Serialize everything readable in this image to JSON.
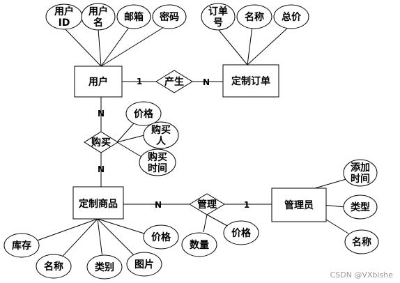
{
  "entities": {
    "user": "用户",
    "order": "定制订单",
    "product": "定制商品",
    "admin": "管理员"
  },
  "relationships": {
    "produce": "产生",
    "buy": "购买",
    "manage": "管理"
  },
  "attributes": {
    "user_id": [
      "用户",
      "ID"
    ],
    "user_name": [
      "用户",
      "名"
    ],
    "user_email": "邮箱",
    "user_password": "密码",
    "order_no": [
      "订单",
      "号"
    ],
    "order_name": "名称",
    "order_total": "总价",
    "buy_price": "价格",
    "buy_buyer": [
      "购买",
      "人"
    ],
    "buy_time": [
      "购买",
      "时间"
    ],
    "prod_stock": "库存",
    "prod_name": "名称",
    "prod_category": "类别",
    "prod_image": "图片",
    "prod_price": "价格",
    "mgmt_qty": "数量",
    "mgmt_price": "价格",
    "admin_added": [
      "添加",
      "时间"
    ],
    "admin_type": "类型",
    "admin_name": "名称"
  },
  "cardinalities": {
    "produce_user": "1",
    "produce_order": "N",
    "buy_user": "N",
    "buy_product": "N",
    "manage_product": "N",
    "manage_admin": "1"
  },
  "watermark": "CSDN @VXbishe"
}
